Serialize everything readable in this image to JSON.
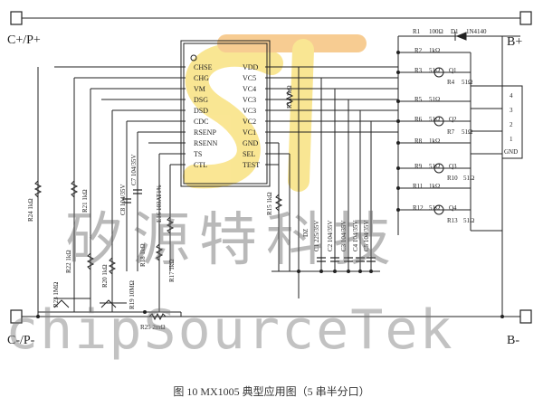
{
  "terminals": {
    "c_plus": "C+/P+",
    "b_plus": "B+",
    "c_minus": "C-/P-",
    "b_minus": "B-"
  },
  "ic": {
    "left_pins": [
      "CHSE",
      "CHG",
      "VM",
      "DSG",
      "DSD",
      "CDC",
      "RSENP",
      "RSENN",
      "TS",
      "CTL"
    ],
    "right_pins": [
      "VDD",
      "VC5",
      "VC4",
      "VC3",
      "VC3",
      "VC2",
      "VC1",
      "GND",
      "SEL",
      "TEST"
    ]
  },
  "components": {
    "r1": "R1",
    "r1_val": "100Ω",
    "d1": "D1",
    "d1_val": "1N4140",
    "r2": "R2",
    "r2_val": "1kΩ",
    "r3": "R3",
    "r3_val": "51Ω",
    "q1": "Q1",
    "r4": "R4",
    "r4_val": "51Ω",
    "r5": "R5",
    "r5_val": "51Ω",
    "r6": "R6",
    "r6_val": "51Ω",
    "q2": "Q2",
    "r7": "R7",
    "r7_val": "51Ω",
    "r8": "R8",
    "r8_val": "1kΩ",
    "r9": "R9",
    "r9_val": "51Ω",
    "q3": "Q3",
    "r10": "R10",
    "r10_val": "51Ω",
    "r11": "R11",
    "r11_val": "1kΩ",
    "r12": "R12",
    "r12_val": "51Ω",
    "q4": "Q4",
    "r13": "R13",
    "r13_val": "51Ω",
    "r14": "R14 1kΩ",
    "r15": "R15 1kΩ",
    "r16": "E16 103AT1%",
    "r17": "R17 1kΩ",
    "r18": "R18 1kΩ",
    "r19": "R19 10MΩ",
    "r20": "R20 1kΩ",
    "r21": "R21 1kΩ",
    "r22": "R22 1kΩ",
    "r23": "R23 1MΩ",
    "r24": "R24 1kΩ",
    "r25": "R25 2mΩ",
    "c7": "C7 104/35V",
    "c8": "C8 104/35V",
    "c1": "C1 225/35V",
    "c2": "C2 104/35V",
    "c3": "C3 104/35V",
    "c4": "C4 104/35V",
    "c5": "C5 104/35V",
    "dz": "DZ"
  },
  "connector": {
    "pins": [
      "4",
      "3",
      "2",
      "1"
    ],
    "gnd": "GND"
  },
  "watermark": {
    "cn": "矽源特科技",
    "en": "chipSourceTek"
  },
  "caption": "图 10 MX1005 典型应用图（5 串半分口）",
  "colors": {
    "ink": "#222222",
    "logo_yellow": "#f5d23c",
    "logo_orange": "#f2a33a"
  }
}
